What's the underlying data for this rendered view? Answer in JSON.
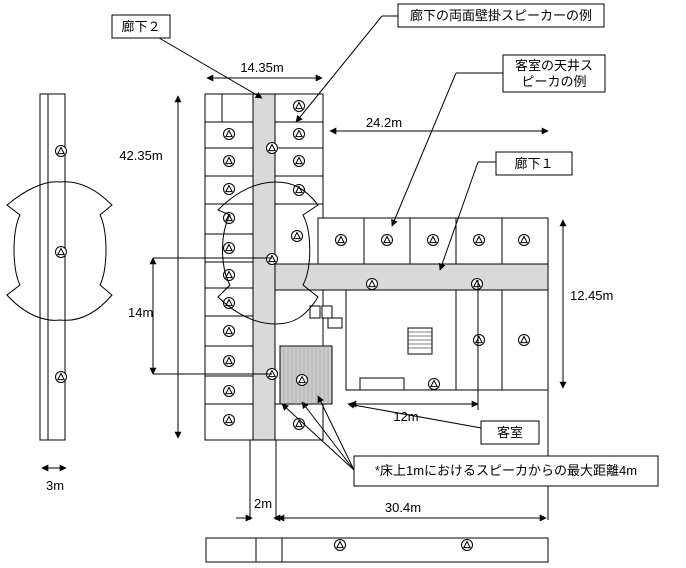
{
  "labels": {
    "corridor2": "廊下２",
    "corridor1": "廊下１",
    "wall_speaker_example": "廊下の両面壁掛スピーカーの例",
    "ceiling_speaker_example_line1": "客室の天井ス",
    "ceiling_speaker_example_line2": "ピーカの例",
    "guest_room": "客室",
    "max_distance_note": "*床上1mにおけるスピーカからの最大距離4m"
  },
  "dimensions": {
    "width_14_35": "14.35m",
    "length_42_35": "42.35m",
    "span_24_2": "24.2m",
    "height_12_45": "12.45m",
    "span_14": "14m",
    "span_12": "12m",
    "width_2": "2m",
    "span_30_4": "30.4m",
    "width_3": "3m"
  },
  "colors": {
    "corridor_fill": "#d9d9d9",
    "stair_fill": "#cccccc",
    "line": "#000000",
    "background": "#ffffff"
  },
  "icons": {
    "speaker": "speaker-triangle-in-circle-icon"
  }
}
